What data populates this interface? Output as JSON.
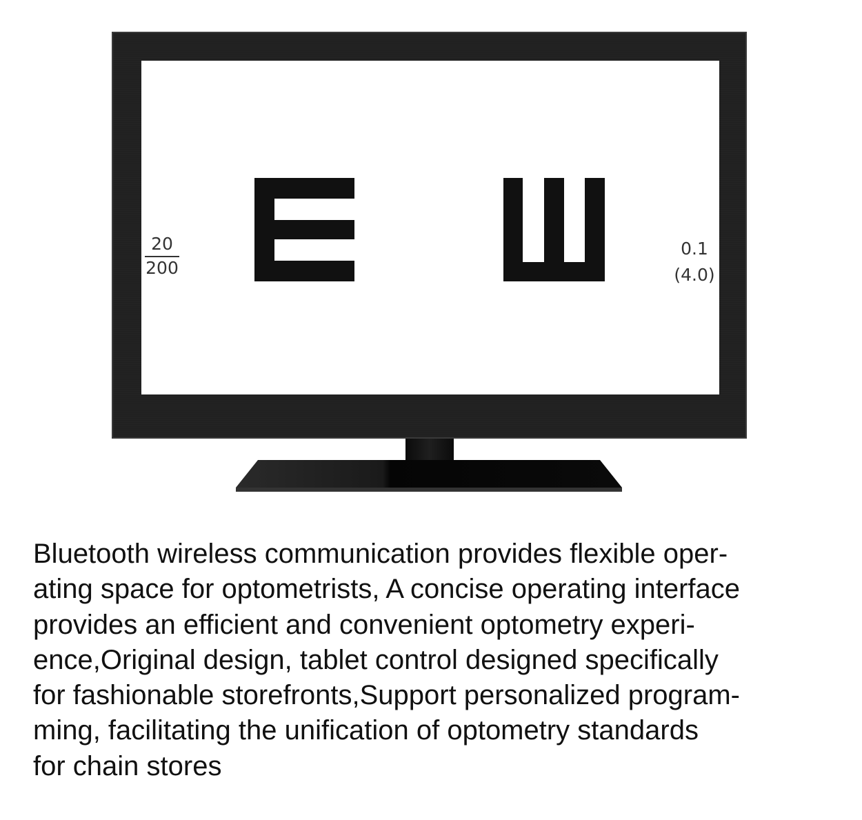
{
  "chart": {
    "acuity_fraction": {
      "numerator": "20",
      "denominator": "200"
    },
    "acuity_decimal": "0.1",
    "acuity_logmar": "(4.0)",
    "optotypes": [
      "E-optotype-right",
      "E-optotype-up"
    ]
  },
  "description": "Bluetooth wireless communication provides flexible oper-\nating space for optometrists, A concise operating interface\nprovides an efficient and convenient optometry experi-\nence,Original design, tablet control designed specifically\nfor fashionable storefronts,Support personalized program-\nming, facilitating the unification of optometry standards\nfor chain stores",
  "colors": {
    "bezel": "#1f1f1f",
    "optotype": "#111111",
    "text": "#111111"
  }
}
